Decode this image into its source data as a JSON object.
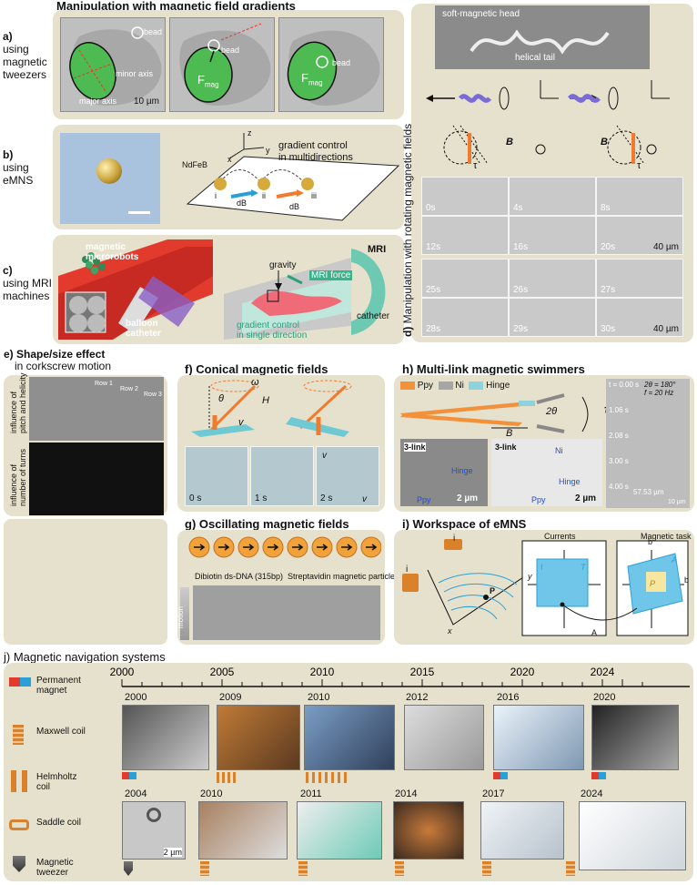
{
  "a": {
    "header": "Manipulation with magnetic field gradients",
    "letter": "a)",
    "label_lines": [
      "using",
      "magnetic",
      "tweezers"
    ],
    "bead": "bead",
    "minor_axis": "minor axis",
    "major_axis": "major axis",
    "scale": "10 µm",
    "fmag": "F",
    "fmag_sub": "mag"
  },
  "b": {
    "letter": "b)",
    "label_lines": [
      "using",
      "eMNS"
    ],
    "ndfeb": "NdFeB",
    "gradient": [
      "gradient control",
      "in multidirections"
    ],
    "db": "dB",
    "i": "i",
    "ii": "ii",
    "iii": "iii",
    "z": "z",
    "x": "x",
    "y": "y"
  },
  "c": {
    "letter": "c)",
    "label_lines": [
      "using MRI",
      "machines"
    ],
    "micro": [
      "magnetic",
      "microrobots"
    ],
    "balloon": [
      "balloon",
      "catheter"
    ],
    "gravity": "gravity",
    "mri": "MRI",
    "mri_force": "MRI force",
    "catheter": "catheter",
    "gradient": [
      "gradient control",
      "in single direction"
    ]
  },
  "d": {
    "letter": "d)",
    "title": "Manipulation with rotating magnetic fields",
    "head": "soft-magnetic head",
    "tail": "helical tail",
    "B": "B",
    "tau": "τ",
    "times": [
      "0s",
      "4s",
      "8s",
      "12s",
      "16s",
      "20s",
      "25s",
      "26s",
      "27s",
      "28s",
      "29s",
      "30s"
    ],
    "scale": "40 µm"
  },
  "e": {
    "title": [
      "e) Shape/size effect",
      "in corkscrew motion"
    ],
    "side1": [
      "influence of",
      "pitch and helicity"
    ],
    "side2": [
      "influence of",
      "number of turns"
    ],
    "rows": [
      "Row 1",
      "Row 2",
      "Row 3"
    ]
  },
  "f": {
    "title": "f) Conical magnetic fields",
    "omega": "ω",
    "theta": "θ",
    "H": "H",
    "vf": "v",
    "times": [
      "0 s",
      "1 s",
      "2 s"
    ],
    "vy": "v",
    "vx": "v"
  },
  "g": {
    "title": "g) Oscillating magnetic fields",
    "dna": "Dibiotin ds-DNA (315bp)",
    "strep": "Streptavidin magnetic particles",
    "motion": "motion"
  },
  "h": {
    "title": "h) Multi-link magnetic swimmers",
    "legend": [
      "Ppy",
      "Ni",
      "Hinge"
    ],
    "legend_colors": [
      "#f3913b",
      "#a6a6a6",
      "#8ed2de"
    ],
    "twotheta": "2θ",
    "tau": "τ",
    "B": "B",
    "link1": "3-link",
    "link2": "3-link",
    "hinge": "Hinge",
    "ppy": "Ppy",
    "ni": "Ni",
    "scale1": "2 µm",
    "scale2": "2 µm",
    "tcells": [
      "t = 0.00 s",
      "1.06 s",
      "2.08 s",
      "3.00 s",
      "4.00 s"
    ],
    "param": [
      "2θ = 180°",
      "f = 20 Hz"
    ],
    "dist": "57.53 µm",
    "scale3": "10 µm"
  },
  "i": {
    "title": "i) Workspace of eMNS",
    "i1": "i",
    "i2": "i",
    "y": "y",
    "x": "x",
    "P": "P",
    "currents": "Currents",
    "task": "Magnetic task",
    "calI": "I",
    "calT": "T",
    "calA": "A",
    "calP": "P",
    "bx": "b",
    "by": "b",
    "At": "A"
  },
  "j": {
    "title": "j) Magnetic navigation systems",
    "timeline": [
      "2000",
      "2005",
      "2010",
      "2015",
      "2020",
      "2024"
    ],
    "legend": [
      "Permanent magnet",
      "Maxwell coil",
      "Helmholtz coil",
      "Saddle coil",
      "Magnetic tweezer"
    ],
    "row1_years": [
      "2000",
      "2009",
      "2010",
      "2012",
      "2016",
      "2020"
    ],
    "row2_years": [
      "2004",
      "2010",
      "2011",
      "2014",
      "2017",
      "2024"
    ],
    "scale": "2 µm",
    "colors": {
      "red": "#e23a2c",
      "blue": "#2aa0d8",
      "copper": "#d9822b"
    }
  }
}
